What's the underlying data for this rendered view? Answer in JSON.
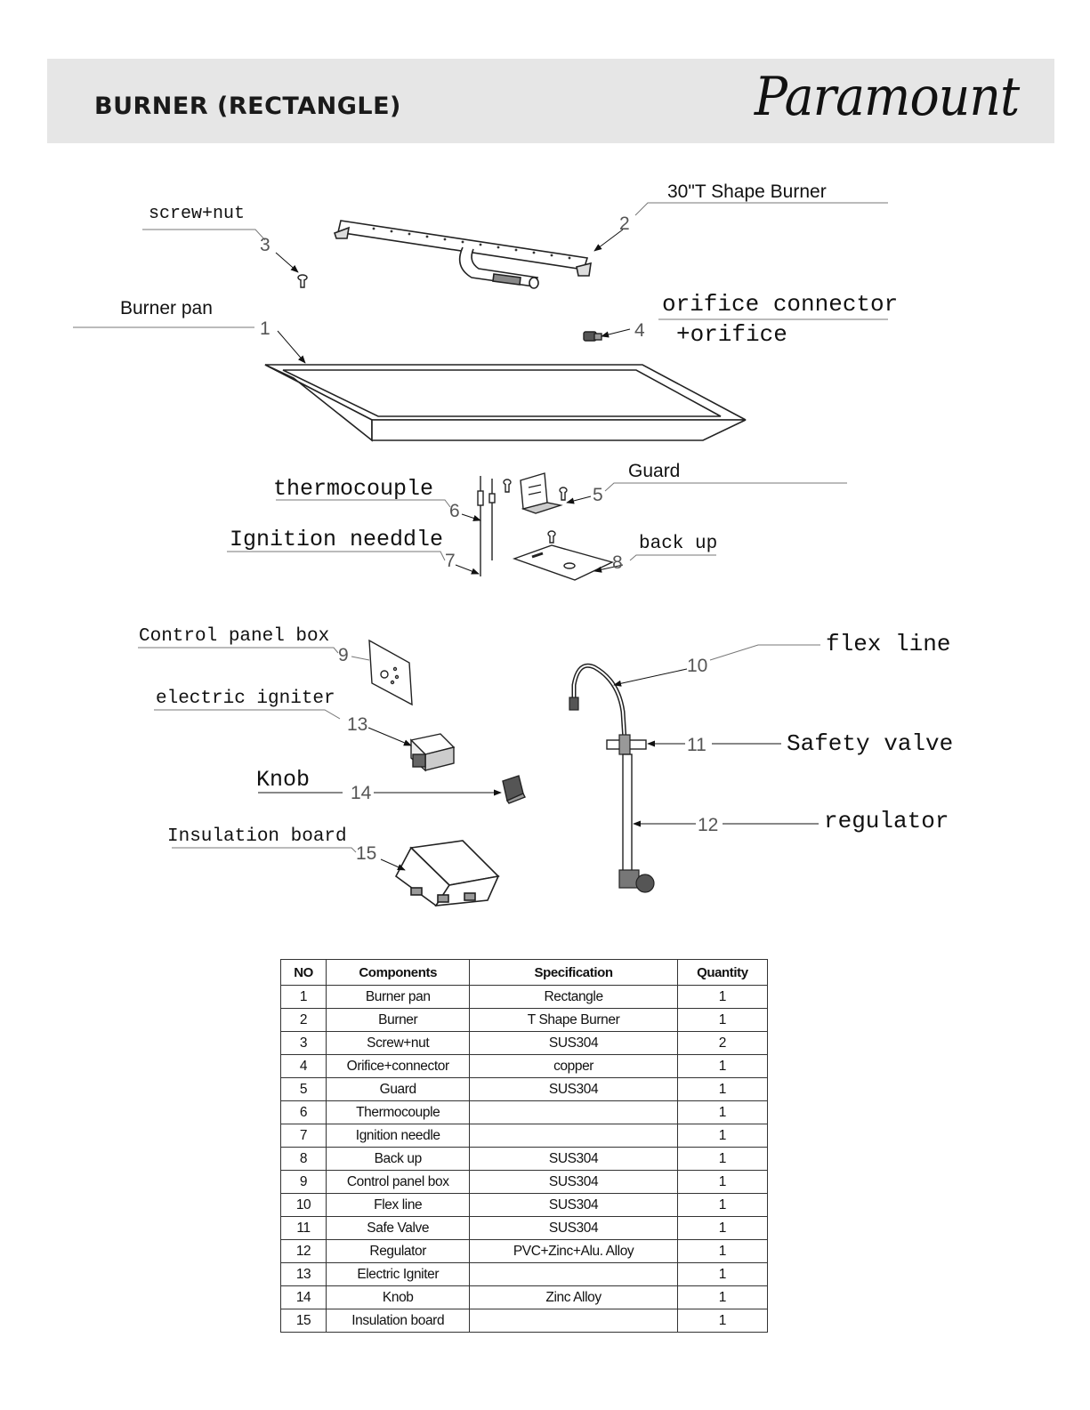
{
  "header": {
    "title": "BURNER (RECTANGLE)",
    "brand": "Paramount"
  },
  "callouts": [
    {
      "no": "1",
      "label": "Burner pan"
    },
    {
      "no": "2",
      "label": "30\"T Shape Burner"
    },
    {
      "no": "3",
      "label": "screw+nut"
    },
    {
      "no": "4",
      "label": "orifice connector",
      "label2": "+orifice"
    },
    {
      "no": "5",
      "label": "Guard"
    },
    {
      "no": "6",
      "label": "thermocouple"
    },
    {
      "no": "7",
      "label": "Ignition needdle"
    },
    {
      "no": "8",
      "label": "back up"
    },
    {
      "no": "9",
      "label": "Control panel box"
    },
    {
      "no": "10",
      "label": "flex line"
    },
    {
      "no": "11",
      "label": "Safety valve"
    },
    {
      "no": "12",
      "label": "regulator"
    },
    {
      "no": "13",
      "label": "electric igniter"
    },
    {
      "no": "14",
      "label": "Knob"
    },
    {
      "no": "15",
      "label": "Insulation board"
    }
  ],
  "parts_table": {
    "headers": [
      "NO",
      "Components",
      "Specification",
      "Quantity"
    ],
    "rows": [
      [
        "1",
        "Burner pan",
        "Rectangle",
        "1"
      ],
      [
        "2",
        "Burner",
        "T Shape Burner",
        "1"
      ],
      [
        "3",
        "Screw+nut",
        "SUS304",
        "2"
      ],
      [
        "4",
        "Orifice+connector",
        "copper",
        "1"
      ],
      [
        "5",
        "Guard",
        "SUS304",
        "1"
      ],
      [
        "6",
        "Thermocouple",
        "",
        "1"
      ],
      [
        "7",
        "Ignition needle",
        "",
        "1"
      ],
      [
        "8",
        "Back up",
        "SUS304",
        "1"
      ],
      [
        "9",
        "Control panel box",
        "SUS304",
        "1"
      ],
      [
        "10",
        "Flex line",
        "SUS304",
        "1"
      ],
      [
        "11",
        "Safe Valve",
        "SUS304",
        "1"
      ],
      [
        "12",
        "Regulator",
        "PVC+Zinc+Alu. Alloy",
        "1"
      ],
      [
        "13",
        "Electric Igniter",
        "",
        "1"
      ],
      [
        "14",
        "Knob",
        "Zinc Alloy",
        "1"
      ],
      [
        "15",
        "Insulation board",
        "",
        "1"
      ]
    ]
  }
}
